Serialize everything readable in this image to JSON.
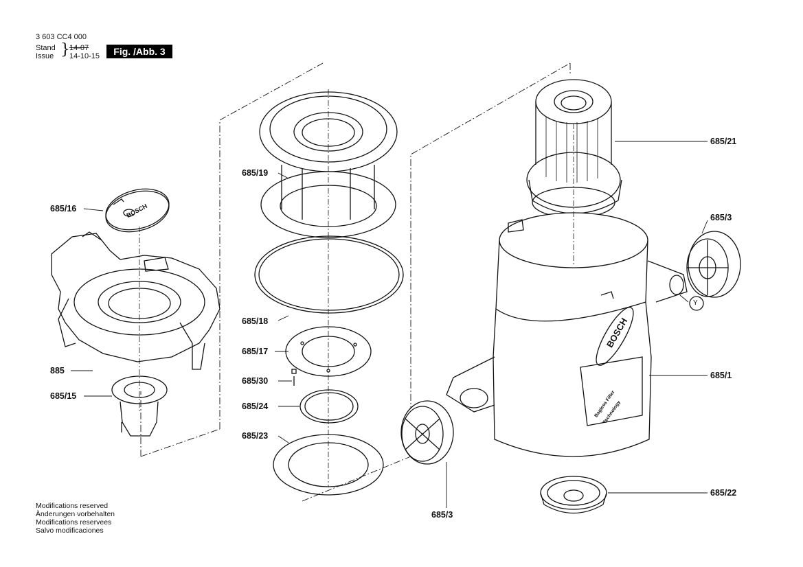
{
  "header": {
    "part_number": "3 603 CC4 000",
    "stand_label": "Stand",
    "issue_label": "Issue",
    "stand_date": "14-07",
    "issue_date": "14-10-15",
    "figure_tag": "Fig. /Abb. 3"
  },
  "labels": {
    "p685_16": "685/16",
    "p885": "885",
    "p685_15": "685/15",
    "p685_19": "685/19",
    "p685_18": "685/18",
    "p685_17": "685/17",
    "p685_30": "685/30",
    "p685_24": "685/24",
    "p685_23": "685/23",
    "p685_21": "685/21",
    "p685_3_right": "685/3",
    "p685_1": "685/1",
    "p685_22": "685/22",
    "p685_3_bottom": "685/3",
    "y_marker": "Y"
  },
  "brand": {
    "lid_logo": "BOSCH",
    "body_logo": "BOSCH",
    "body_text_1": "Bagless Filter",
    "body_text_2": "Technology"
  },
  "footer": {
    "lines": [
      "Modifications reserved",
      "Änderungen vorbehalten",
      "Modifications reservees",
      "Salvo modificaciones"
    ]
  }
}
